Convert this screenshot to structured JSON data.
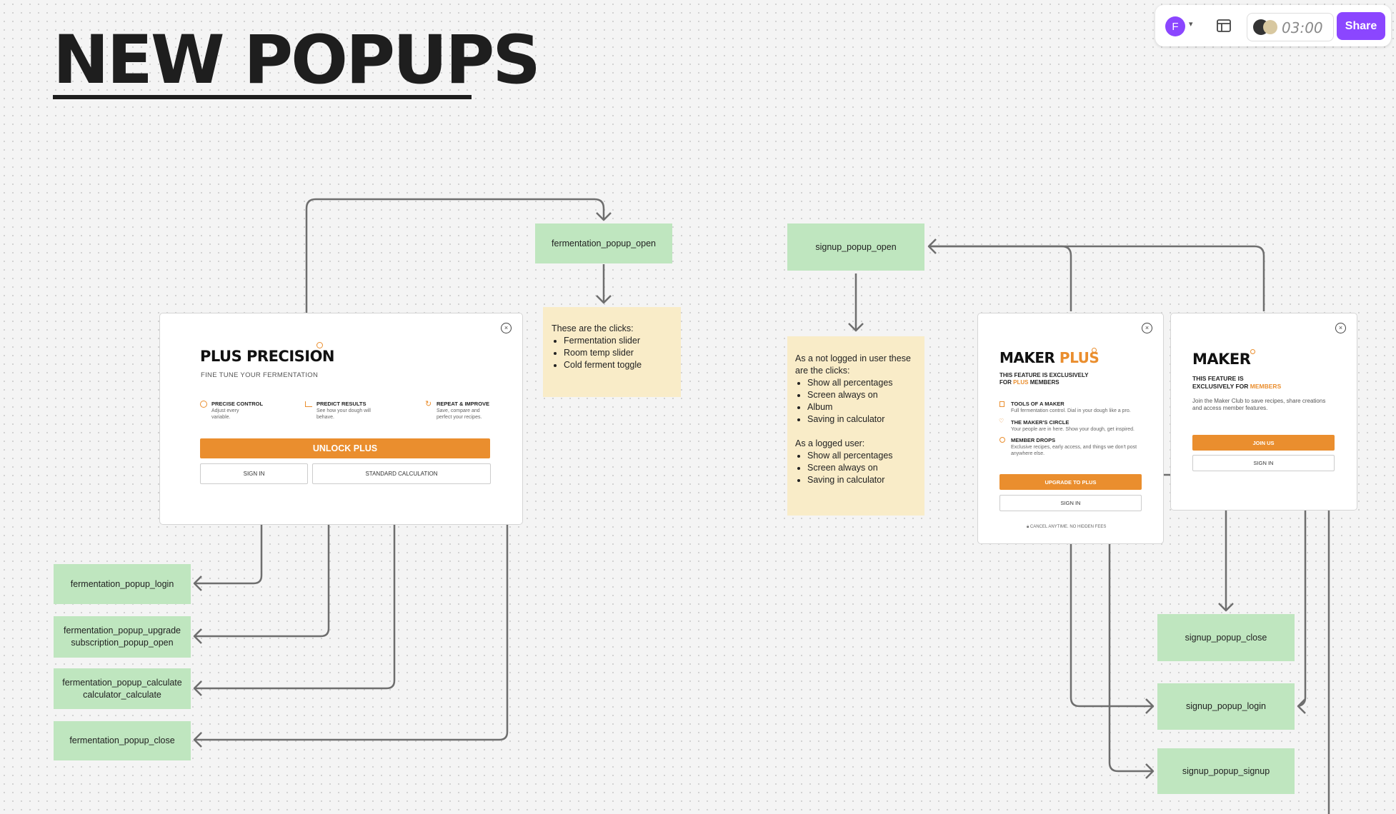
{
  "board": {
    "title": "NEW POPUPS"
  },
  "toolbar": {
    "avatar_letter": "F",
    "timer": "03:00",
    "share_label": "Share",
    "accent": "#8b46ff"
  },
  "events": {
    "fermentation_popup_open": "fermentation_popup_open",
    "fermentation_popup_login": "fermentation_popup_login",
    "fermentation_popup_upgrade_line1": "fermentation_popup_upgrade",
    "fermentation_popup_upgrade_line2": "subscription_popup_open",
    "fermentation_popup_calculate_line1": "fermentation_popup_calculate",
    "fermentation_popup_calculate_line2": "calculator_calculate",
    "fermentation_popup_close": "fermentation_popup_close",
    "signup_popup_open": "signup_popup_open",
    "signup_popup_close": "signup_popup_close",
    "signup_popup_login": "signup_popup_login",
    "signup_popup_signup": "signup_popup_signup"
  },
  "notes": {
    "fermentation": {
      "intro": "These are the clicks:",
      "items": [
        "Fermentation slider",
        "Room temp slider",
        "Cold ferment toggle"
      ]
    },
    "signup": {
      "intro_not_logged": "As a not logged in user these are the clicks:",
      "not_logged_items": [
        "Show all percentages",
        "Screen always on",
        "Album",
        "Saving in calculator"
      ],
      "intro_logged": "As a logged user:",
      "logged_items": [
        "Show all percentages",
        "Screen always on",
        "Saving in calculator"
      ]
    }
  },
  "plus_popup": {
    "close": "×",
    "title": "PLUS PRECISION",
    "subtitle": "FINE TUNE YOUR FERMENTATION",
    "features": [
      {
        "title": "PRECISE CONTROL",
        "desc": "Adjust every variable.",
        "icon": "target-icon"
      },
      {
        "title": "PREDICT RESULTS",
        "desc": "See how your dough will behave.",
        "icon": "chart-icon"
      },
      {
        "title": "REPEAT & IMPROVE",
        "desc": "Save, compare and perfect your recipes.",
        "icon": "refresh-icon"
      }
    ],
    "unlock": "UNLOCK PLUS",
    "sign_in": "SIGN IN",
    "standard": "STANDARD CALCULATION",
    "accent": "#ea8e2e"
  },
  "maker_plus_popup": {
    "close": "×",
    "title_a": "MAKER",
    "title_b": "PLUS",
    "sub_a": "THIS FEATURE IS EXCLUSIVELY",
    "sub_b": "FOR",
    "sub_c": "PLUS",
    "sub_d": "MEMBERS",
    "features": [
      {
        "title": "TOOLS OF A MAKER",
        "desc": "Full fermentation control. Dial in your dough like a pro."
      },
      {
        "title": "THE MAKER'S CIRCLE",
        "desc": "Your people are in here. Show your dough, get inspired."
      },
      {
        "title": "MEMBER DROPS",
        "desc": "Exclusive recipes, early access, and things we don't post anywhere else."
      }
    ],
    "upgrade": "UPGRADE TO PLUS",
    "sign_in": "SIGN IN",
    "footer": "CANCEL ANYTIME. NO HIDDEN FEES"
  },
  "maker_popup": {
    "close": "×",
    "title": "MAKER",
    "sub_a": "THIS FEATURE IS",
    "sub_b": "EXCLUSIVELY FOR",
    "sub_c": "MEMBERS",
    "desc": "Join the Maker Club to save recipes, share creations and access member features.",
    "join": "JOIN US",
    "sign_in": "SIGN IN"
  }
}
